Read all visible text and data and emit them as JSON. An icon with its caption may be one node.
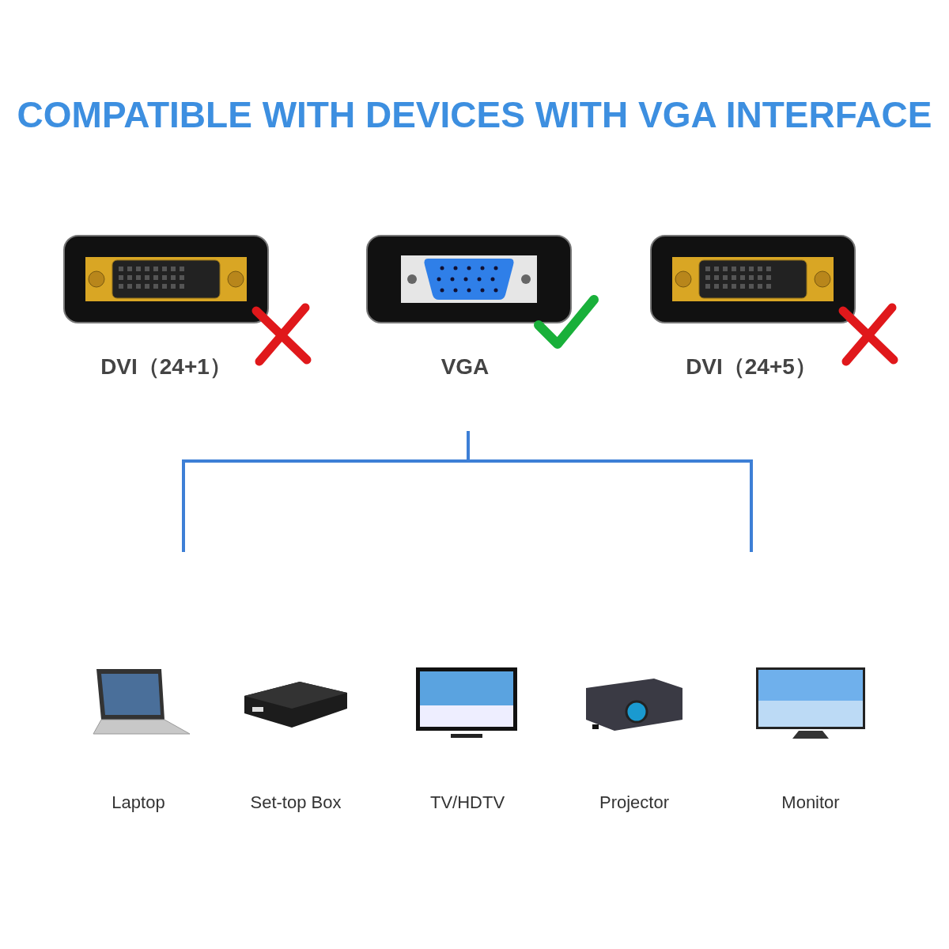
{
  "diagram": {
    "title": "COMPATIBLE WITH DEVICES WITH VGA INTERFACE",
    "nodes": [
      {
        "text": [
          "DVI（24+1）"
        ]
      },
      {
        "text": [
          "VGA"
        ]
      },
      {
        "text": [
          "DVI（24+5）"
        ]
      },
      {
        "text": [
          "Laptop"
        ]
      },
      {
        "text": [
          "Set-top Box"
        ]
      },
      {
        "text": [
          "TV/HDTV"
        ]
      },
      {
        "text": [
          "Projector"
        ]
      },
      {
        "text": [
          "Monitor"
        ]
      }
    ],
    "edges": []
  }
}
